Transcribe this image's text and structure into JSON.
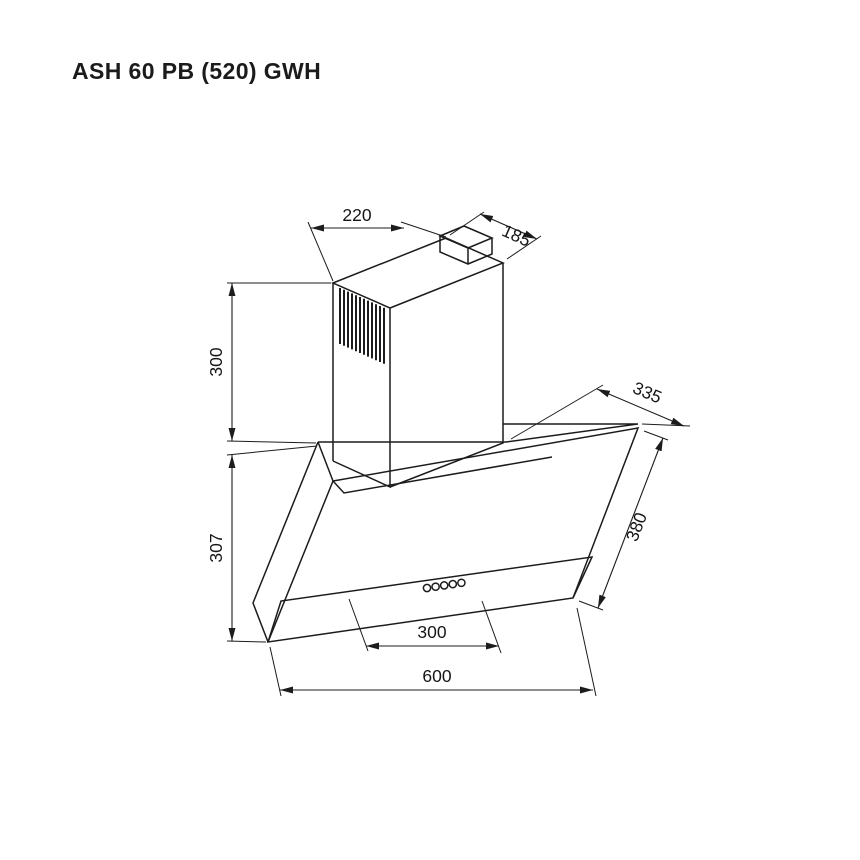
{
  "title": "ASH 60 PB (520) GWH",
  "drawing": {
    "subject": "wall-mounted inclined cooker hood - dimensional line drawing",
    "line_color": "#1c1c1e",
    "background_color": "#ffffff",
    "dimensions": {
      "duct_width": "220",
      "duct_depth": "185",
      "chimney_height": "300",
      "body_height": "307",
      "top_depth": "335",
      "glass_slant_height": "380",
      "inner_width": "300",
      "overall_width": "600"
    }
  }
}
